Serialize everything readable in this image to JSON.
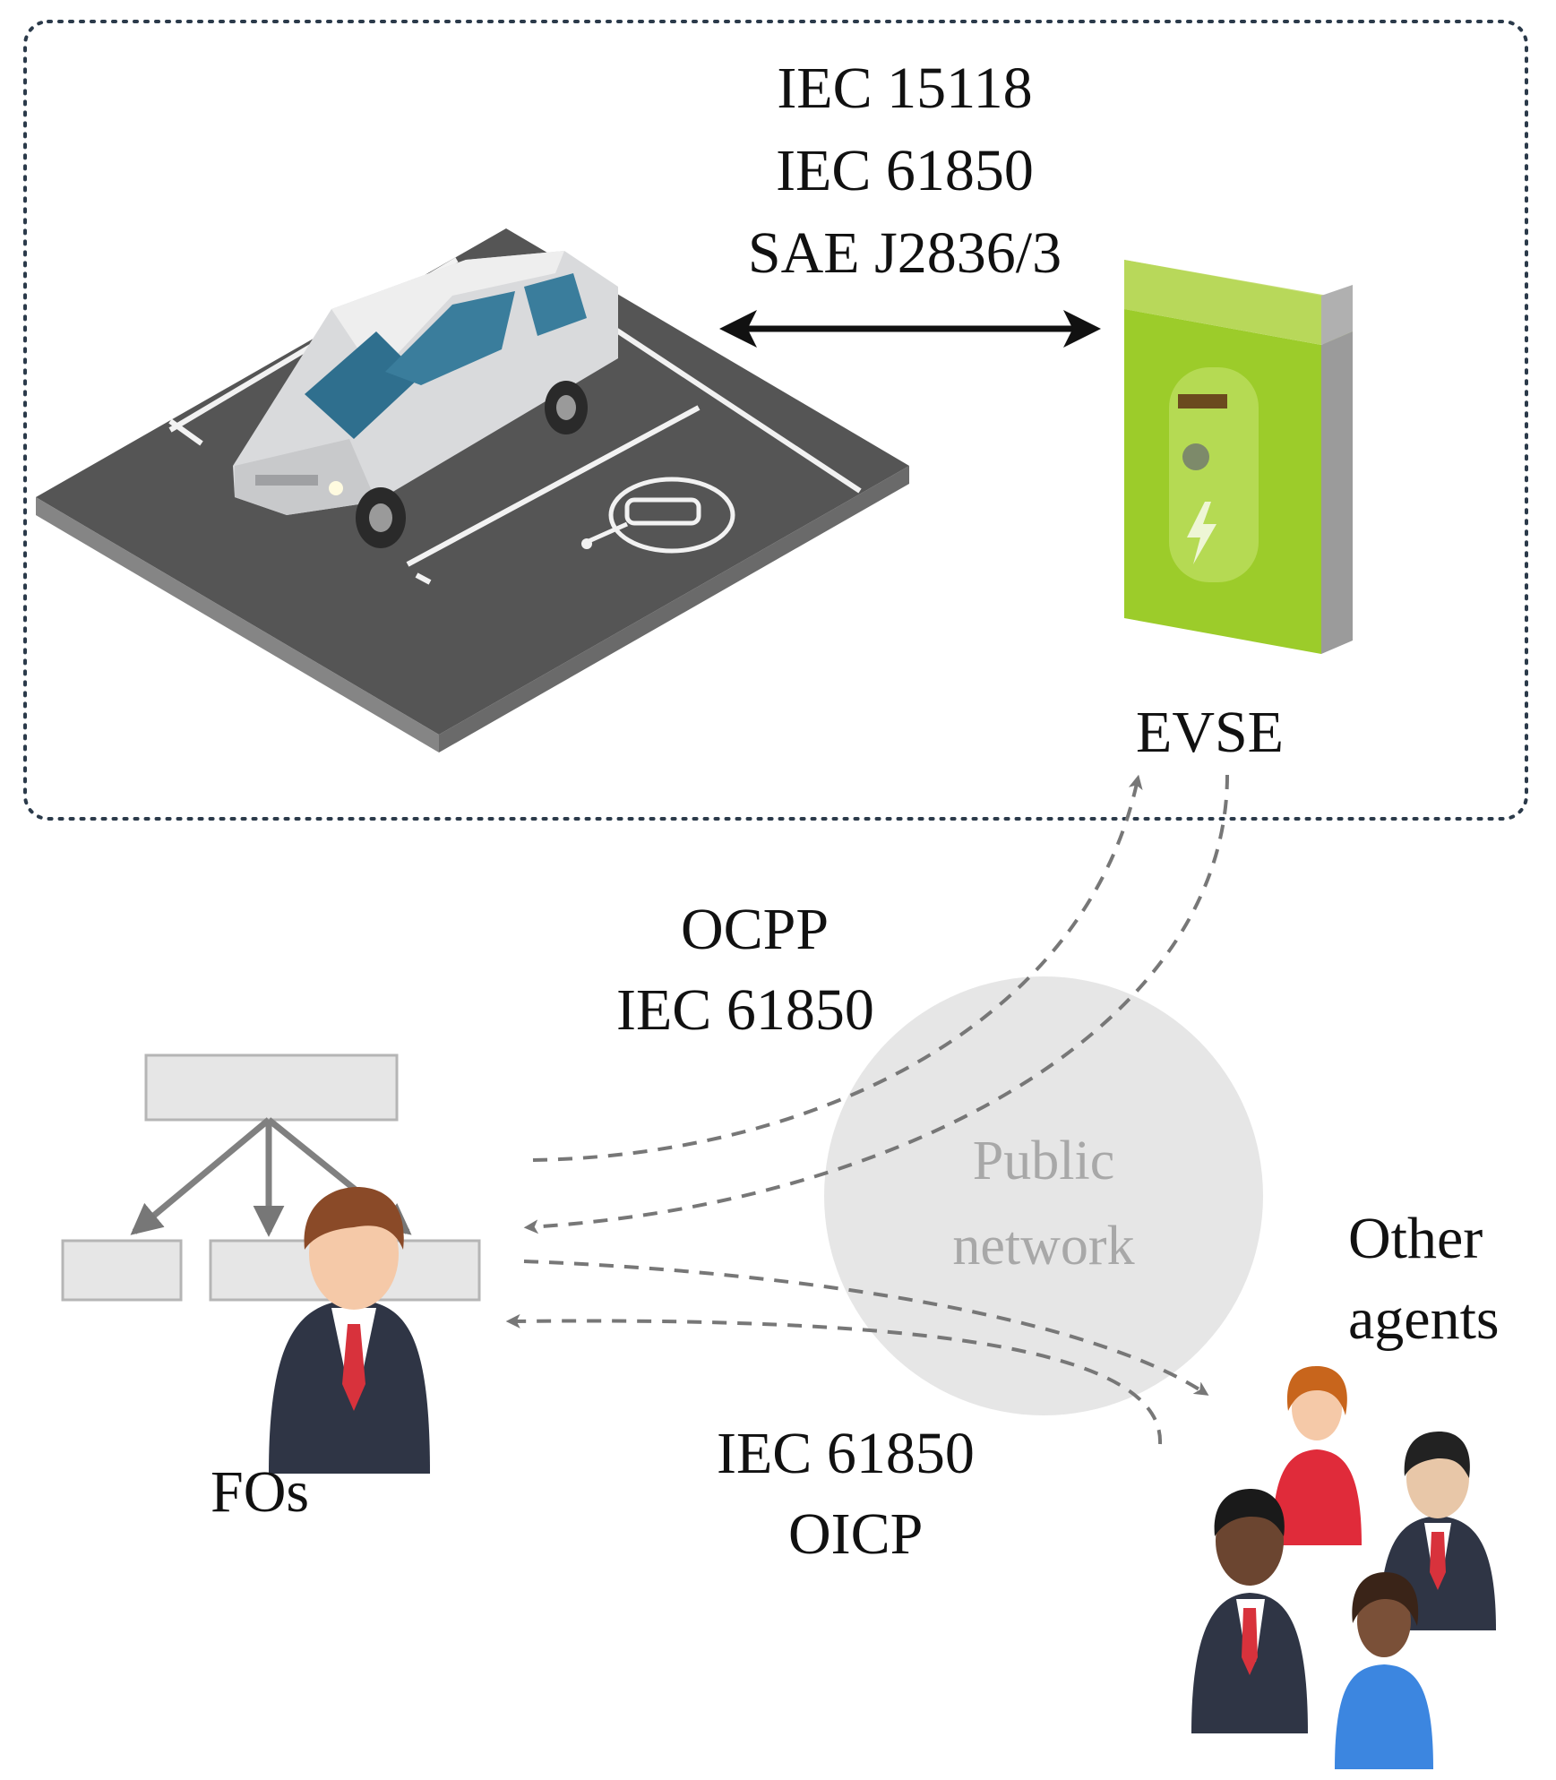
{
  "standards_ev_evse": [
    "IEC 15118",
    "IEC 61850",
    "SAE J2836/3"
  ],
  "evse_label": "EVSE",
  "standards_evse_fo": [
    "OCPP",
    "IEC 61850"
  ],
  "network_label": [
    "Public",
    "network"
  ],
  "fo_label": "FOs",
  "other_agents_label": [
    "Other",
    "agents"
  ],
  "standards_fo_agents": [
    "IEC 61850",
    "OICP"
  ],
  "colors": {
    "asphalt": "#555555",
    "charger_green": "#9ccc2a",
    "charger_gray": "#9b9b9b",
    "car_body": "#d9dadc",
    "car_glass": "#2f6f8e",
    "suit": "#2f3545",
    "tie": "#d8323c",
    "network_circle": "#e6e6e6",
    "dashed_arrow": "#777777"
  }
}
